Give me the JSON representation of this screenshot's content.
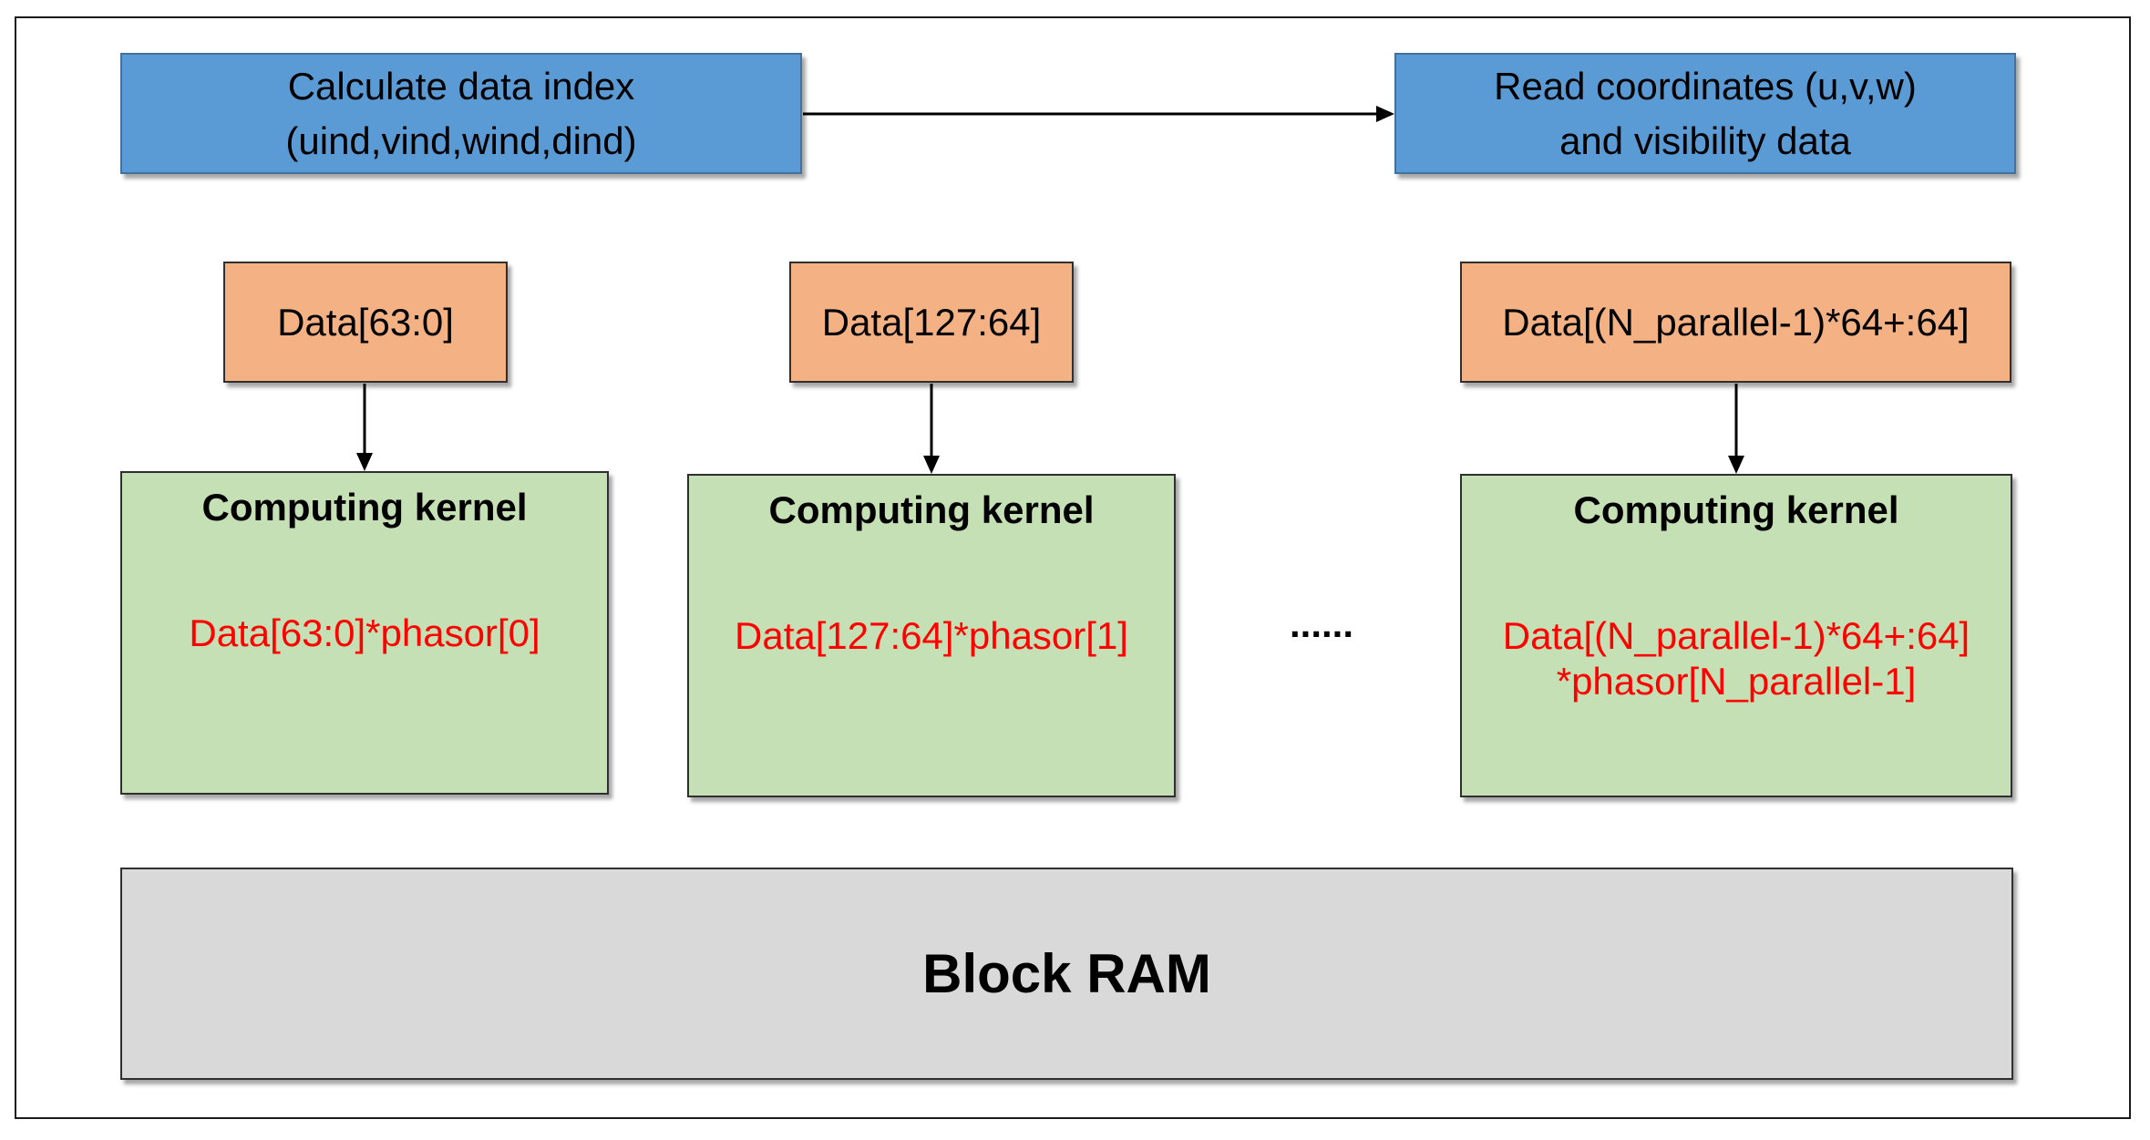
{
  "top_boxes": {
    "calc_index": {
      "lines": [
        "Calculate data index",
        "(uind,vind,wind,dind)"
      ],
      "color": "#5b9bd5"
    },
    "read_coords": {
      "lines": [
        "Read coordinates (u,v,w)",
        "and visibility data"
      ],
      "color": "#5b9bd5"
    }
  },
  "data_slices": [
    {
      "label": "Data[63:0]"
    },
    {
      "label": "Data[127:64]"
    },
    {
      "label": "Data[(N_parallel-1)*64+:64]"
    }
  ],
  "kernels": [
    {
      "title": "Computing kernel",
      "formula_lines": [
        "Data[63:0]*phasor[0]"
      ]
    },
    {
      "title": "Computing kernel",
      "formula_lines": [
        "Data[127:64]*phasor[1]"
      ]
    },
    {
      "title": "Computing kernel",
      "formula_lines": [
        "Data[(N_parallel-1)*64+:64]",
        "*phasor[N_parallel-1]"
      ]
    }
  ],
  "ellipsis": "......",
  "block_ram": {
    "label": "Block RAM"
  },
  "colors": {
    "top_box": "#5b9bd5",
    "data_box": "#f4b183",
    "kernel_box": "#c5e0b4",
    "ram_box": "#d9d9d9",
    "formula_text": "#ff0000"
  }
}
